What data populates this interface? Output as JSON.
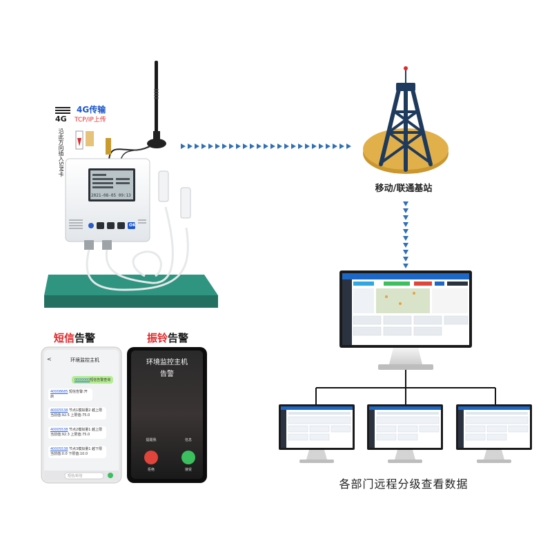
{
  "labels": {
    "transfer_title": "4G传输",
    "transfer_sub": "TCP/IP上传",
    "sim_hint": "沿此方向插入SIM卡",
    "four_g_logo": "4G",
    "base_station": "移动/联通基站",
    "sms_prefix": "短信",
    "sms_suffix": "告警",
    "vib_prefix": "振铃",
    "vib_suffix": "告警",
    "bottom": "各部门远程分级查看数据"
  },
  "device": {
    "screen_date": "2021-08-05 09:13",
    "btn_ok": "OK"
  },
  "sms_phone": {
    "title": "环境监控主机",
    "back": "<",
    "messages": [
      {
        "link": "40008685",
        "text": "短信告警:开启"
      },
      {
        "link": "40005538",
        "text": "节点1模拟量2 越上限 当前值:92.5 上限值:75.0"
      },
      {
        "link": "40005538",
        "text": "节点2模拟量1 越上限 当前值:92.3 上限值:75.0"
      },
      {
        "link": "40005538",
        "text": "节点3模拟量1 越下限 当前值:0.0 下限值:10.0"
      }
    ],
    "sent_link": "0000000",
    "sent_text": "短信告警查询",
    "input_placeholder": "短信/彩信"
  },
  "call_phone": {
    "title_line1": "环境监控主机",
    "title_line2": "告警",
    "remind": "提醒我",
    "message": "信息",
    "decline": "拒绝",
    "accept": "接受"
  },
  "colors": {
    "blue_accent": "#1a56c9",
    "red_accent": "#e0282b",
    "platform": "#2a8a76",
    "tower": "#1e3a5c",
    "tower_base": "#d6a43a",
    "arrow": "#2f6fb5"
  }
}
